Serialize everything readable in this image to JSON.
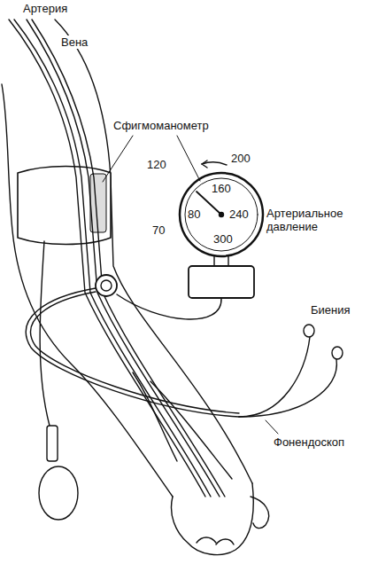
{
  "diagram": {
    "labels": [
      "Артерия",
      "Вена",
      "Сфигмоманометр",
      "120",
      "200",
      "160",
      "80",
      "240",
      "70",
      "300",
      "Артериальное давление",
      "Биения",
      "Фонендоскоп"
    ]
  }
}
